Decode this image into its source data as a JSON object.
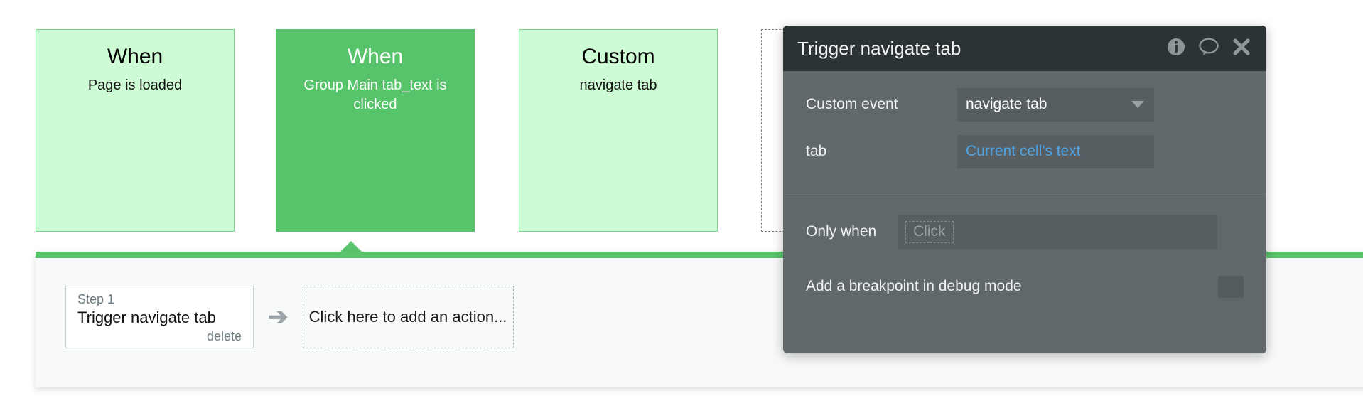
{
  "workflow": {
    "cards": [
      {
        "id": "card-1",
        "title": "When",
        "subtitle": "Page is loaded",
        "state": "light"
      },
      {
        "id": "card-2",
        "title": "When",
        "subtitle": "Group Main tab_text is clicked",
        "state": "selected"
      },
      {
        "id": "card-3",
        "title": "Custom",
        "subtitle": "navigate tab",
        "state": "light"
      },
      {
        "id": "card-4",
        "title": "",
        "subtitle": "",
        "state": "ghost"
      }
    ],
    "accent_color": "#5cc46c",
    "selected_card_color": "#57c36a",
    "light_card_color": "#cdfbd3"
  },
  "action_panel": {
    "step": {
      "index_label": "Step 1",
      "title": "Trigger navigate tab",
      "delete_label": "delete"
    },
    "arrow_icon": "➔",
    "add_action_label": "Click here to add an action..."
  },
  "dialog": {
    "title": "Trigger navigate tab",
    "header_icons": [
      "info-icon",
      "comment-icon",
      "close-icon"
    ],
    "fields": [
      {
        "label": "Custom event",
        "value": "navigate tab",
        "type": "dropdown"
      },
      {
        "label": "tab",
        "value": "Current cell's text",
        "type": "expression"
      }
    ],
    "only_when": {
      "label": "Only when",
      "placeholder": "Click"
    },
    "breakpoint": {
      "label": "Add a breakpoint in debug mode",
      "checked": false
    },
    "expression_color": "#4fa3e3",
    "header_color": "#2b3335",
    "body_color": "#60686c"
  }
}
